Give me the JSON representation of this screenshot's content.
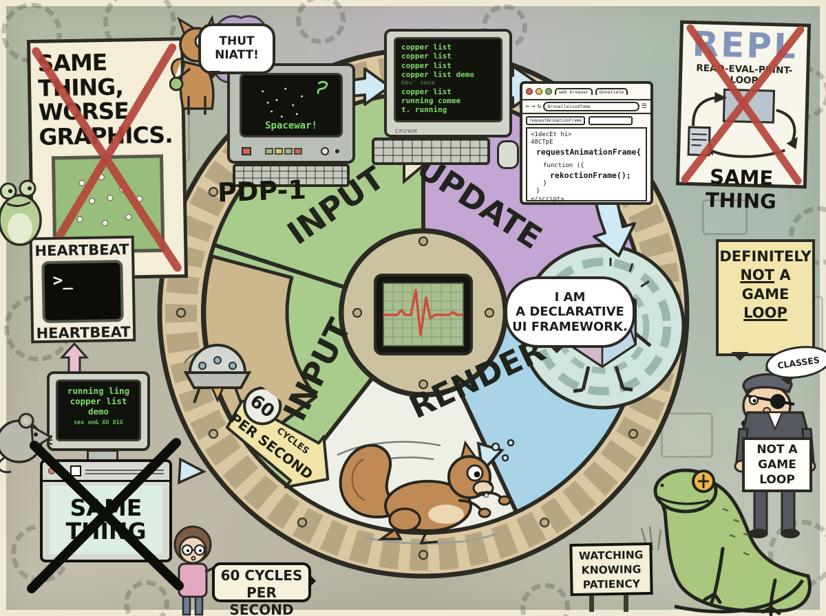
{
  "colors": {
    "sector_green": "#a9cc8c",
    "sector_purple": "#c3a6d4",
    "sector_blue": "#a9d3e6",
    "rim_tan": "#d9c8a2",
    "sign_cream": "#f4edd8",
    "sign_yellow": "#f2e5ac",
    "red_x": "#b5473c",
    "black_x": "#0c0e0a",
    "terminal_green": "#7ddd6d",
    "arrow_blue": "#cfe9f5",
    "ink": "#2b2b24"
  },
  "wheel": {
    "label_input_top": "INPUT",
    "label_update": "UPDATE",
    "label_input_left": "INPUT",
    "label_render": "RENDER"
  },
  "signs": {
    "worse_graphics": {
      "line1": "SAME THING,",
      "line2": "WORSE",
      "line3": "GRAPHICS."
    },
    "repl": {
      "title": "REPL",
      "subtitle": "READ-EVAL-PRINT-LOOP",
      "bottom": "SAME THING"
    },
    "heartbeat": {
      "top": "HEARTBEAT",
      "prompt": ">_",
      "bottom": "HEARTBEAT"
    },
    "definitely_not": {
      "line1": "DEFINITELY",
      "line2_underlined": "NOT",
      "line2_rest": " A",
      "line3": "GAME",
      "line4": "LOOP"
    },
    "not_a_game_loop": {
      "line1": "NOT A",
      "line2": "GAME",
      "line3": "LOOP"
    },
    "watching": {
      "line1": "WATCHING",
      "line2": "KNOWING",
      "line3": "PATIENCY"
    },
    "cycles_banner": {
      "number": "60",
      "cycles": "CYCLES",
      "per_second": "PER SECOND"
    },
    "cycles_sign": {
      "line1": "60 CYCLES",
      "line2": "PER SECOND"
    },
    "same_thing_window": {
      "line1": "SAME",
      "line2": "THING"
    }
  },
  "bubbles": {
    "wolf_line1": "THUT",
    "wolf_line2": "NIATT!",
    "framework_line1": "I AM",
    "framework_line2": "A DECLARATIVE",
    "framework_line3": "UI FRAMEWORK.",
    "classes": "CLASSES"
  },
  "computers": {
    "pdp1": {
      "label": "PDP-1",
      "screen_text": "Spacewar!"
    },
    "terminal": {
      "brand": "CRUWM",
      "lines": [
        "copper list",
        "copper list",
        "copper list",
        "copper list demo",
        "bbs' sese",
        "copper list",
        "running comee",
        "t. running"
      ]
    },
    "green_monitor": {
      "lines": [
        "running ling",
        "copper list",
        "demo",
        "sex on& XO 81G"
      ]
    },
    "browser": {
      "tab1": "web browser",
      "tab2": "Onnatiete",
      "url": "Bronelleisodfome",
      "subtab": "requestAnimationFrame",
      "code": [
        "<1decEt hi>",
        "48CTpE",
        "requestAnimationFrame{",
        "",
        "function ({",
        "rekoctionFrame();",
        "}",
        "}",
        "</script>"
      ]
    }
  }
}
